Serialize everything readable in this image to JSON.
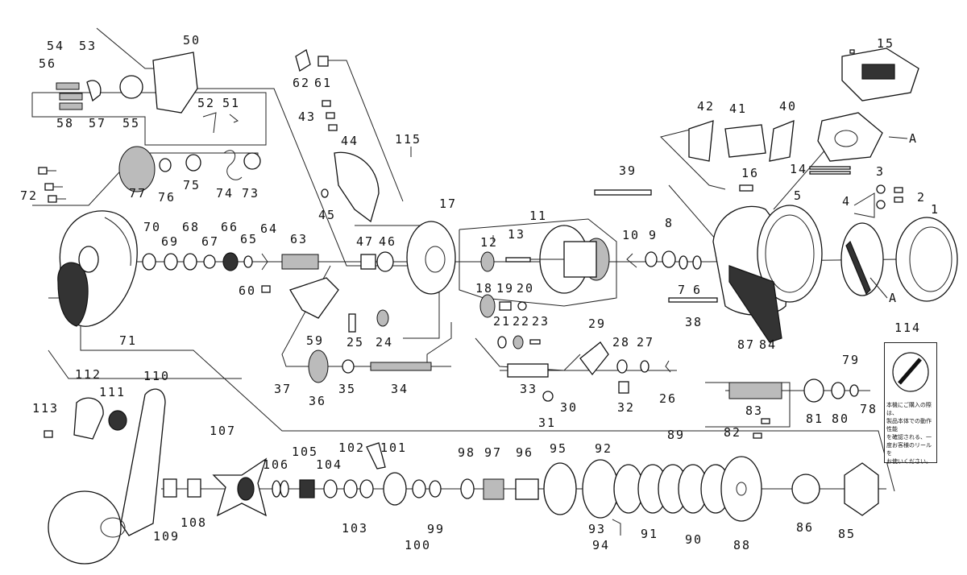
{
  "parts": [
    "1",
    "2",
    "3",
    "4",
    "5",
    "6",
    "7",
    "8",
    "9",
    "10",
    "11",
    "12",
    "13",
    "14",
    "15",
    "16",
    "17",
    "18",
    "19",
    "20",
    "21",
    "22",
    "23",
    "24",
    "25",
    "26",
    "27",
    "28",
    "29",
    "30",
    "31",
    "32",
    "33",
    "34",
    "35",
    "36",
    "37",
    "38",
    "39",
    "40",
    "41",
    "42",
    "43",
    "44",
    "45",
    "46",
    "47",
    "50",
    "51",
    "52",
    "53",
    "54",
    "55",
    "56",
    "57",
    "58",
    "59",
    "60",
    "61",
    "62",
    "63",
    "64",
    "65",
    "66",
    "67",
    "68",
    "69",
    "70",
    "71",
    "72",
    "73",
    "74",
    "75",
    "76",
    "77",
    "78",
    "79",
    "80",
    "81",
    "82",
    "83",
    "84",
    "85",
    "86",
    "87",
    "88",
    "89",
    "90",
    "91",
    "92",
    "93",
    "94",
    "95",
    "96",
    "97",
    "98",
    "99",
    "100",
    "101",
    "102",
    "103",
    "104",
    "105",
    "106",
    "107",
    "108",
    "109",
    "110",
    "111",
    "112",
    "113",
    "114",
    "115"
  ],
  "markers": [
    "A",
    "A"
  ],
  "note": {
    "text": "本機にご購入の際は、\n製品本体での動作性能\nを確認される、一\n度お客様のリールを\nお使いください。"
  }
}
